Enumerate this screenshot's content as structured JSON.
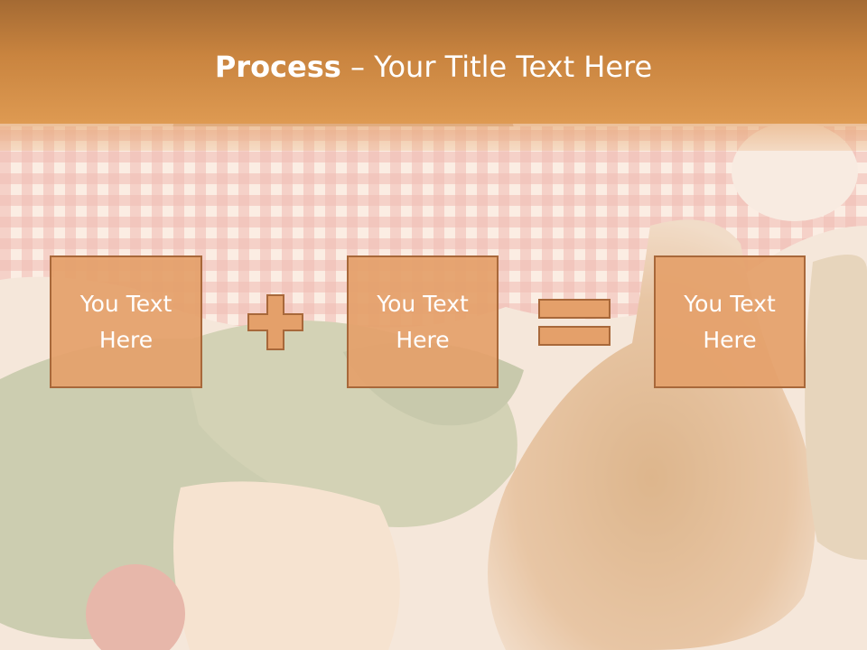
{
  "title": {
    "bold": "Process",
    "rest": " – Your Title Text Here"
  },
  "boxes": [
    {
      "text": "You Text\nHere"
    },
    {
      "text": "You Text\nHere"
    },
    {
      "text": "You Text\nHere"
    }
  ],
  "colors": {
    "title_band": "#c9843f",
    "box_fill": "#e4a06a",
    "box_border": "#a8683a",
    "text": "#ffffff"
  },
  "icons": {
    "operator_1": "plus-icon",
    "operator_2": "equals-icon"
  }
}
